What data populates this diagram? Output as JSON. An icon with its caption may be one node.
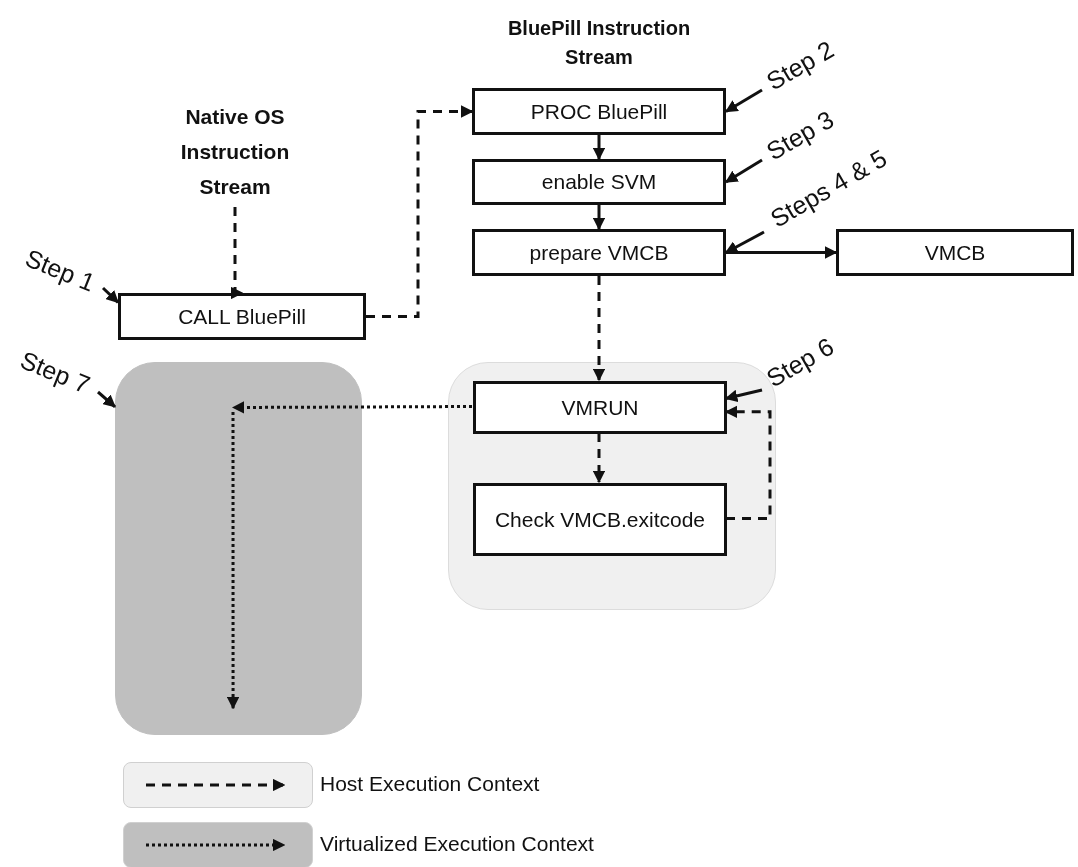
{
  "diagram": {
    "nodes": [
      {
        "text": [
          "Native OS Instruction Stream"
        ]
      },
      {
        "text": [
          "CALL BluePill"
        ]
      },
      {
        "text": [
          "PROC BluePill"
        ]
      },
      {
        "text": [
          "enable SVM"
        ]
      },
      {
        "text": [
          "prepare VMCB"
        ]
      },
      {
        "text": [
          "VMCB"
        ]
      },
      {
        "text": [],
        "shape": "box"
      },
      {
        "text": [],
        "shape": "box"
      },
      {
        "text": [
          "VMRUN"
        ],
        "in": 7
      },
      {
        "text": [
          "Check VMCB.exitcode"
        ],
        "in": 7
      },
      {
        "text": [
          "Step 1"
        ]
      },
      {
        "text": [
          "Step 2"
        ]
      },
      {
        "text": [
          "Step 3"
        ]
      },
      {
        "text": [
          "Steps 4 & 5"
        ]
      },
      {
        "text": [
          "Step 6"
        ]
      },
      {
        "text": [
          "Step 7"
        ]
      }
    ],
    "edges": [
      {
        "from": 0,
        "to": 1,
        "arrow": "to",
        "style": "dashed"
      },
      {
        "from": 1,
        "to": 2,
        "arrow": "to",
        "style": "dashed"
      },
      {
        "from": 2,
        "to": 3,
        "arrow": "to"
      },
      {
        "from": 3,
        "to": 4,
        "arrow": "to"
      },
      {
        "from": 4,
        "to": 5,
        "arrow": "to"
      },
      {
        "from": 4,
        "to": 8,
        "arrow": "to",
        "style": "dashed"
      },
      {
        "from": 8,
        "to": 9,
        "arrow": "to",
        "style": "dashed"
      },
      {
        "from": 9,
        "to": 8,
        "arrow": "to",
        "style": "dashed"
      },
      {
        "from": 8,
        "to": 6,
        "arrow": "to",
        "style": "dashed"
      },
      {
        "from": null,
        "to": 6,
        "arrow": "to",
        "style": "dashed"
      },
      {
        "from": 10,
        "to": 1,
        "arrow": "to"
      },
      {
        "from": 11,
        "to": 2,
        "arrow": "to"
      },
      {
        "from": 12,
        "to": 3,
        "arrow": "to"
      },
      {
        "from": 13,
        "to": 4,
        "arrow": "to"
      },
      {
        "from": 14,
        "to": 8,
        "arrow": "to"
      },
      {
        "from": 15,
        "to": 6,
        "arrow": "to"
      }
    ],
    "labels": [
      "BluePill Instruction Stream"
    ],
    "legend": [
      {
        "text": "Host Execution Context",
        "color": "#f0f0f0"
      },
      {
        "text": "Virtualized Execution Context",
        "color": "#bfbfbf"
      }
    ]
  }
}
